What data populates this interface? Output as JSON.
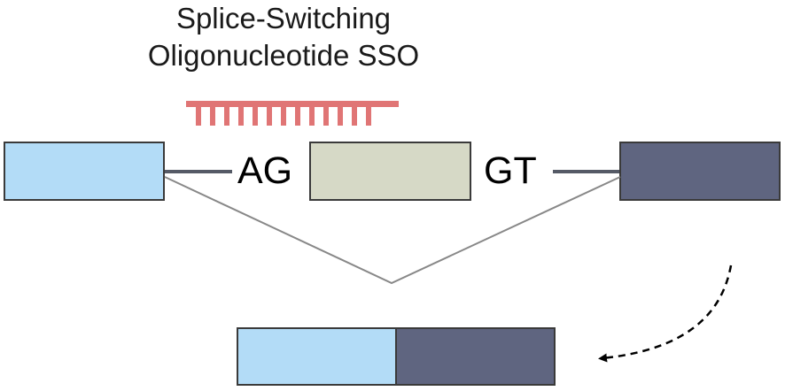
{
  "sso": {
    "title_line1": "Splice-Switching",
    "title_line2": "Oligonucleotide SSO",
    "color": "#e07575"
  },
  "labels": {
    "acceptor_site": "AG",
    "donor_site": "GT"
  },
  "colors": {
    "exon1": "#b3dcf7",
    "exon2": "#d6d9c6",
    "exon3": "#5f6580",
    "intron_line": "#555a66",
    "splice_line": "#888888",
    "arrow": "#000000"
  }
}
